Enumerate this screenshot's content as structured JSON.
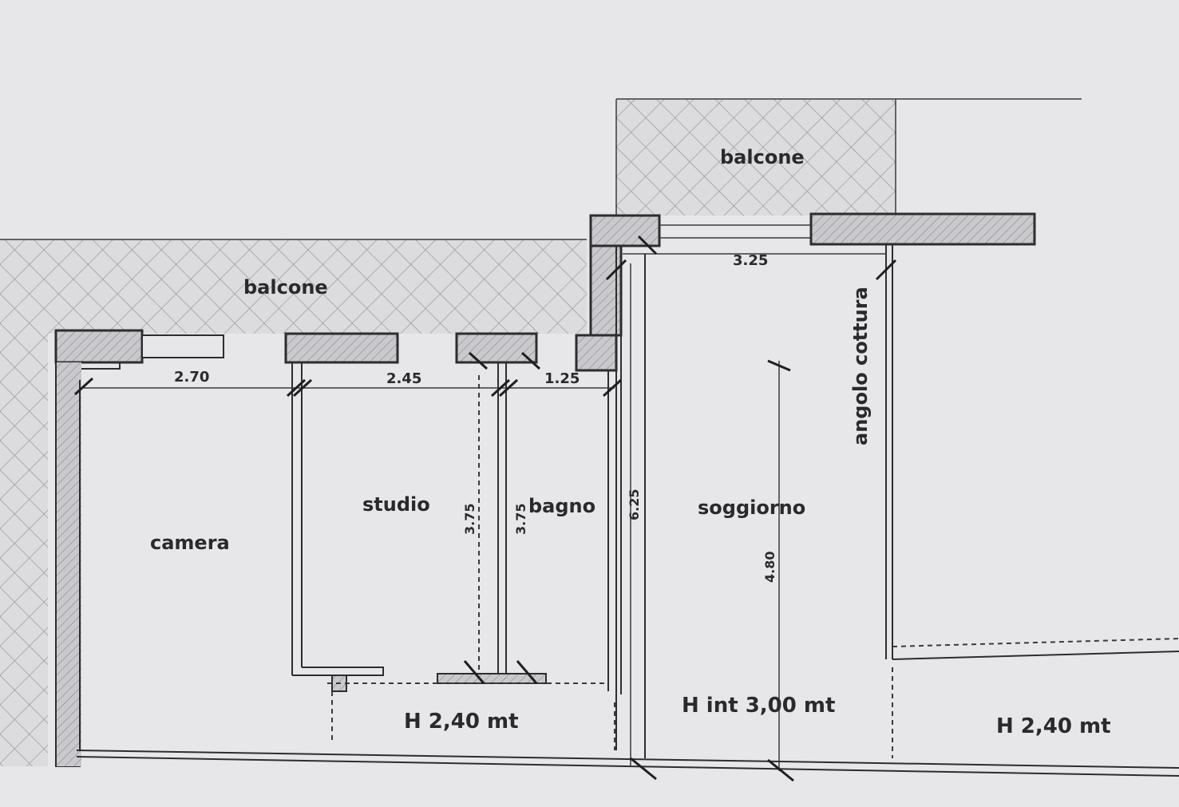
{
  "rooms": {
    "balcone_left": "balcone",
    "balcone_top": "balcone",
    "camera": "camera",
    "studio": "studio",
    "bagno": "bagno",
    "soggiorno": "soggiorno",
    "angolo_cottura": "angolo cottura"
  },
  "dimensions": {
    "camera_width": "2.70",
    "studio_width": "2.45",
    "bagno_width": "1.25",
    "soggiorno_width": "3.25",
    "studio_depth": "3.75",
    "bagno_depth": "3.75",
    "corridor_depth": "6.25",
    "soggiorno_depth": "4.80"
  },
  "heights": {
    "left": "H 2,40 mt",
    "center": "H int 3,00 mt",
    "right": "H 2,40 mt"
  },
  "colors": {
    "paper": "#e7e7ea",
    "ink": "#2d2d30",
    "hatch": "#d6d6d9"
  }
}
